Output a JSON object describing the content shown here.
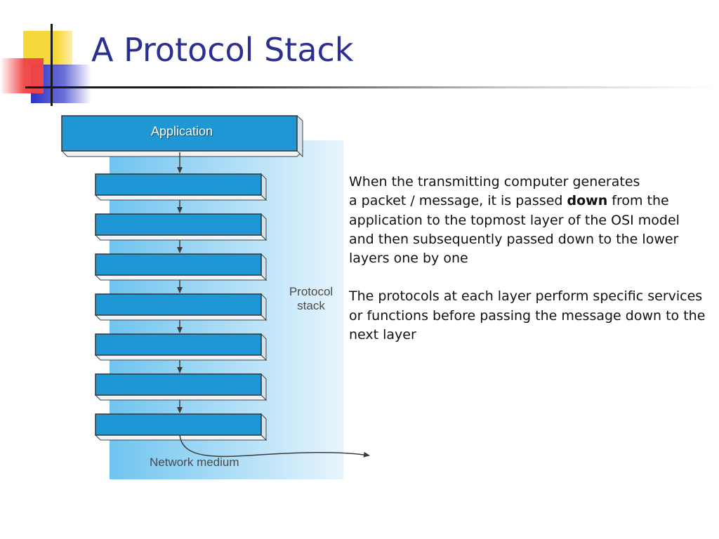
{
  "title": "A Protocol Stack",
  "diagram": {
    "top_layer_label": "Application",
    "stack_label_line1": "Protocol",
    "stack_label_line2": "stack",
    "medium_label": "Network medium",
    "lower_layer_count": 7
  },
  "paragraph1": {
    "line1": "When the transmitting computer generates",
    "line2_before": "a packet / message, it is passed ",
    "emphasis": "down",
    "line2_after": " from the",
    "rest": "application to the topmost layer of the OSI model and then subsequently passed down to the lower layers one by one"
  },
  "paragraph2": "The protocols at each layer perform specific services or functions before passing the message down to the next layer",
  "colors": {
    "title": "#2b2f8f",
    "layer_fill": "#1f97d4",
    "layer_side": "#d5e4ec",
    "stack_panel_left": "#6fc4ef",
    "stack_panel_right": "#e8f5fd",
    "logo_yellow": "#f7d83a",
    "logo_red": "#f04545",
    "logo_blue": "#2d33c8"
  }
}
